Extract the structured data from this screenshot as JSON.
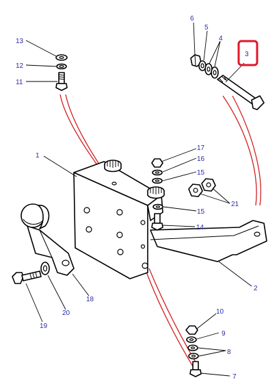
{
  "diagram": {
    "callouts": {
      "c1": "1",
      "c2": "2",
      "c3": "3",
      "c4": "4",
      "c5": "5",
      "c6": "6",
      "c7": "7",
      "c8": "8",
      "c9": "9",
      "c10": "10",
      "c11": "11",
      "c12": "12",
      "c13": "13",
      "c14": "14",
      "c15a": "15",
      "c15b": "15",
      "c16": "16",
      "c17": "17",
      "c18": "18",
      "c19": "19",
      "c20": "20",
      "c21": "21"
    },
    "highlighted_callout": "3",
    "colors": {
      "line": "#000000",
      "callout_text": "#2a2aa8",
      "guide_lines": "#d21f1f",
      "highlight_box": "#e0162b"
    }
  }
}
